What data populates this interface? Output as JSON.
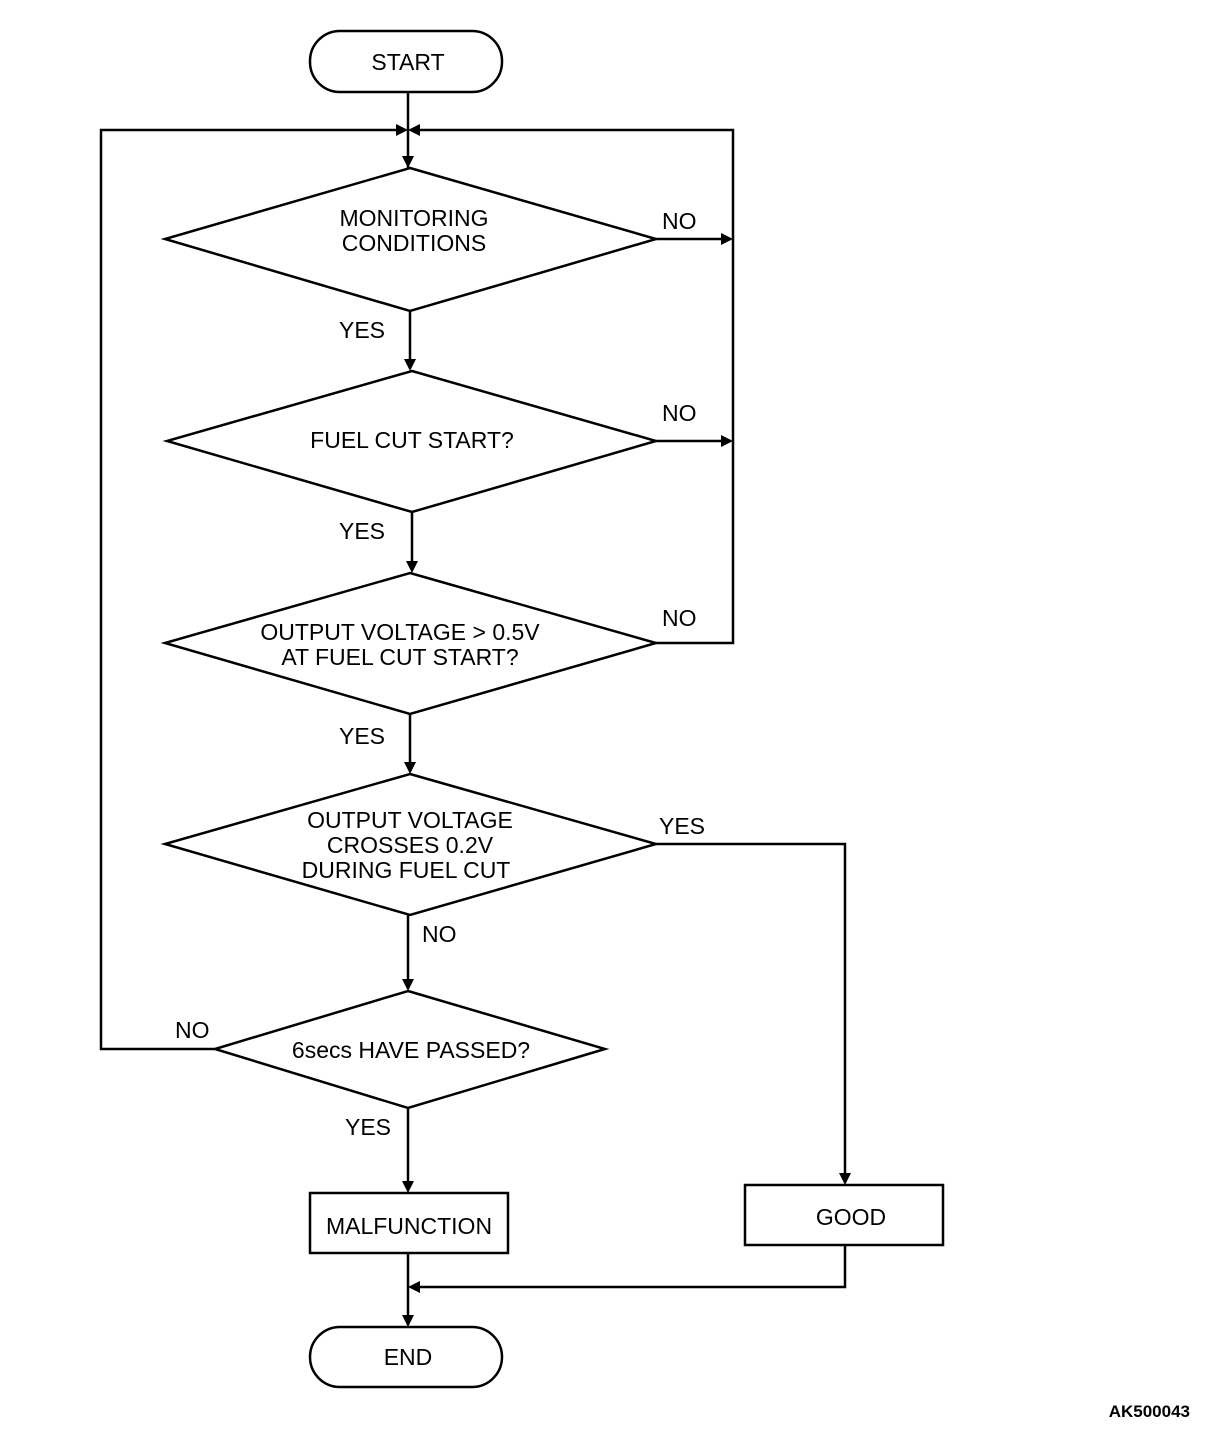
{
  "nodes": {
    "start": "START",
    "monitoring_1": "MONITORING",
    "monitoring_2": "CONDITIONS",
    "fuel_cut": "FUEL CUT START?",
    "output_05_1": "OUTPUT VOLTAGE > 0.5V",
    "output_05_2": "AT FUEL CUT START?",
    "crosses_1": "OUTPUT VOLTAGE",
    "crosses_2": "CROSSES 0.2V",
    "crosses_3": "DURING FUEL CUT",
    "six_secs": "6secs HAVE PASSED?",
    "malfunction": "MALFUNCTION",
    "good": "GOOD",
    "end": "END"
  },
  "labels": {
    "yes": "YES",
    "no": "NO"
  },
  "reference_code": "AK500043"
}
